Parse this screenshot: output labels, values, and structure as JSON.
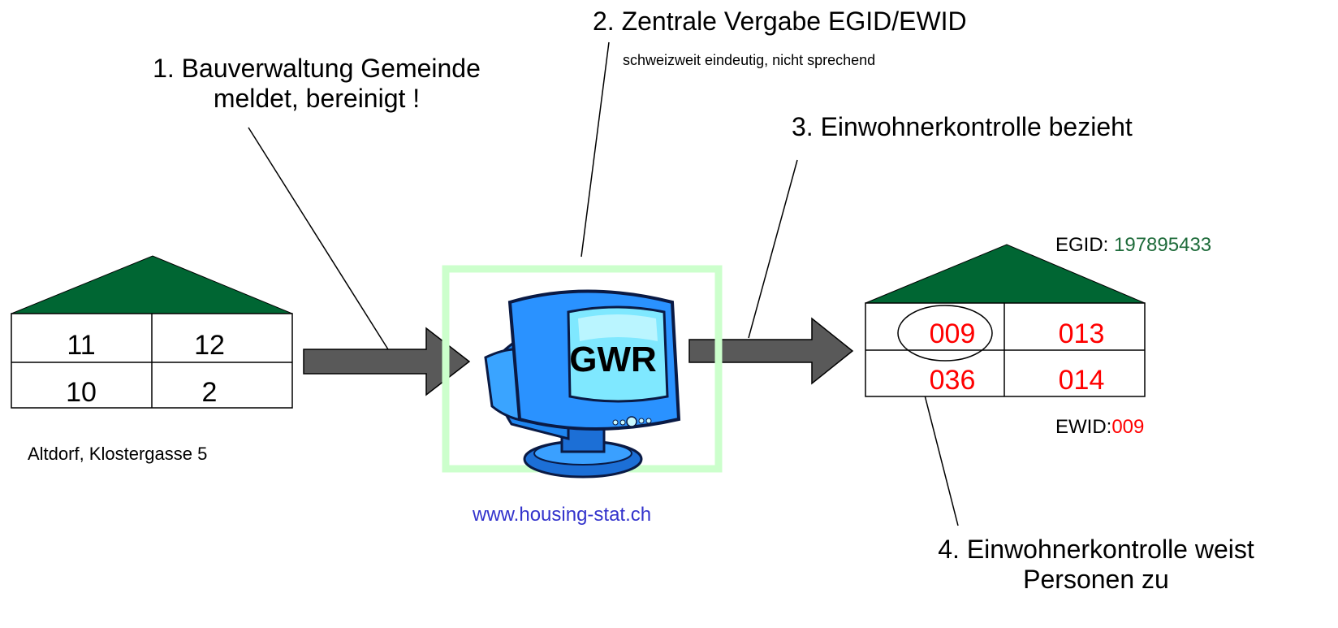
{
  "colors": {
    "roof": "#006633",
    "arrow_fill": "#595959",
    "frame_green": "#ccffcc",
    "link_blue": "#3333cc",
    "unit_red": "#ff0000",
    "egid_green": "#1e6b3a",
    "monitor_blue": "#1f8fff"
  },
  "steps": {
    "step1_line1": "1. Bauverwaltung Gemeinde",
    "step1_line2": "meldet, bereinigt !",
    "step2_title": "2. Zentrale Vergabe EGID/EWID",
    "step2_sub": "schweizweit eindeutig, nicht sprechend",
    "step3": "3. Einwohnerkontrolle bezieht",
    "step4_line1": "4. Einwohnerkontrolle weist",
    "step4_line2": "Personen zu"
  },
  "left_house": {
    "cells": [
      "11",
      "12",
      "10",
      "2"
    ],
    "address": "Altdorf, Klostergasse 5"
  },
  "gwr": {
    "label": "GWR",
    "url": "www.housing-stat.ch",
    "icon": "computer-monitor-icon"
  },
  "right_house": {
    "egid_label": "EGID: ",
    "egid_value": "197895433",
    "cells": [
      "009",
      "013",
      "036",
      "014"
    ],
    "ewid_label": "EWID:",
    "ewid_value": "009"
  }
}
